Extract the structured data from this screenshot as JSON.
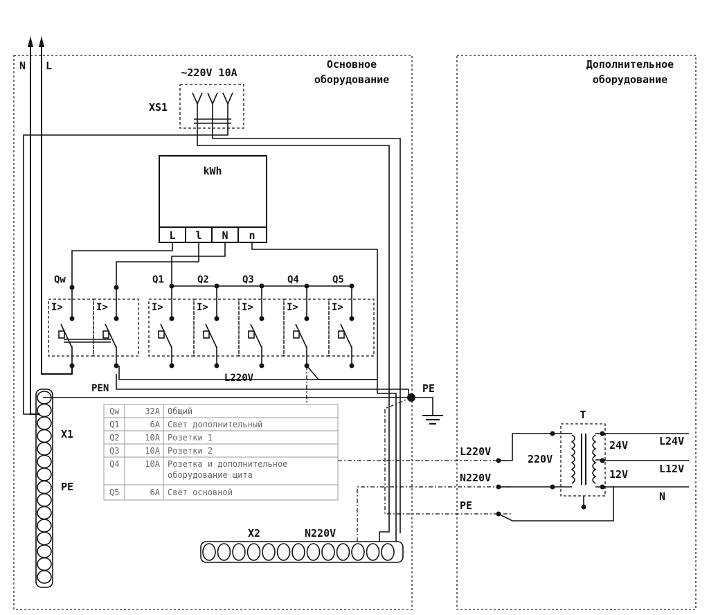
{
  "labels": {
    "n_top": "N",
    "l_top": "L",
    "main_title_1": "Основное",
    "main_title_2": "оборудование",
    "extra_title_1": "Дополнительное",
    "extra_title_2": "оборудование",
    "socket_rating": "~220V 10A",
    "xs1": "XS1",
    "meter": "kWh",
    "meter_terms": [
      "L",
      "l",
      "N",
      "n"
    ],
    "breakers": [
      "Qw",
      "Q1",
      "Q2",
      "Q3",
      "Q4",
      "Q5"
    ],
    "trip": "I>",
    "pen": "PEN",
    "l220v_bus": "L220V",
    "pe_node": "PE",
    "x1": "X1",
    "pe_x1": "PE",
    "x2": "X2",
    "n220v_x2": "N220V",
    "transformer": "T",
    "t_in_l": "L220V",
    "t_in_n": "N220V",
    "t_in_pe": "PE",
    "t_primary": "220V",
    "t_sec_24": "24V",
    "t_sec_12": "12V",
    "out_l24": "L24V",
    "out_l12": "L12V",
    "out_n": "N"
  },
  "table": [
    {
      "id": "Qw",
      "rating": "32A",
      "desc": "Общий"
    },
    {
      "id": "Q1",
      "rating": "6A",
      "desc": "Свет дополнительный"
    },
    {
      "id": "Q2",
      "rating": "10A",
      "desc": "Розетки 1"
    },
    {
      "id": "Q3",
      "rating": "10A",
      "desc": "Розетки 2"
    },
    {
      "id": "Q4",
      "rating": "10A",
      "desc": "Розетка и дополнительное оборудование щита"
    },
    {
      "id": "Q5",
      "rating": "6A",
      "desc": "Свет основной"
    }
  ]
}
